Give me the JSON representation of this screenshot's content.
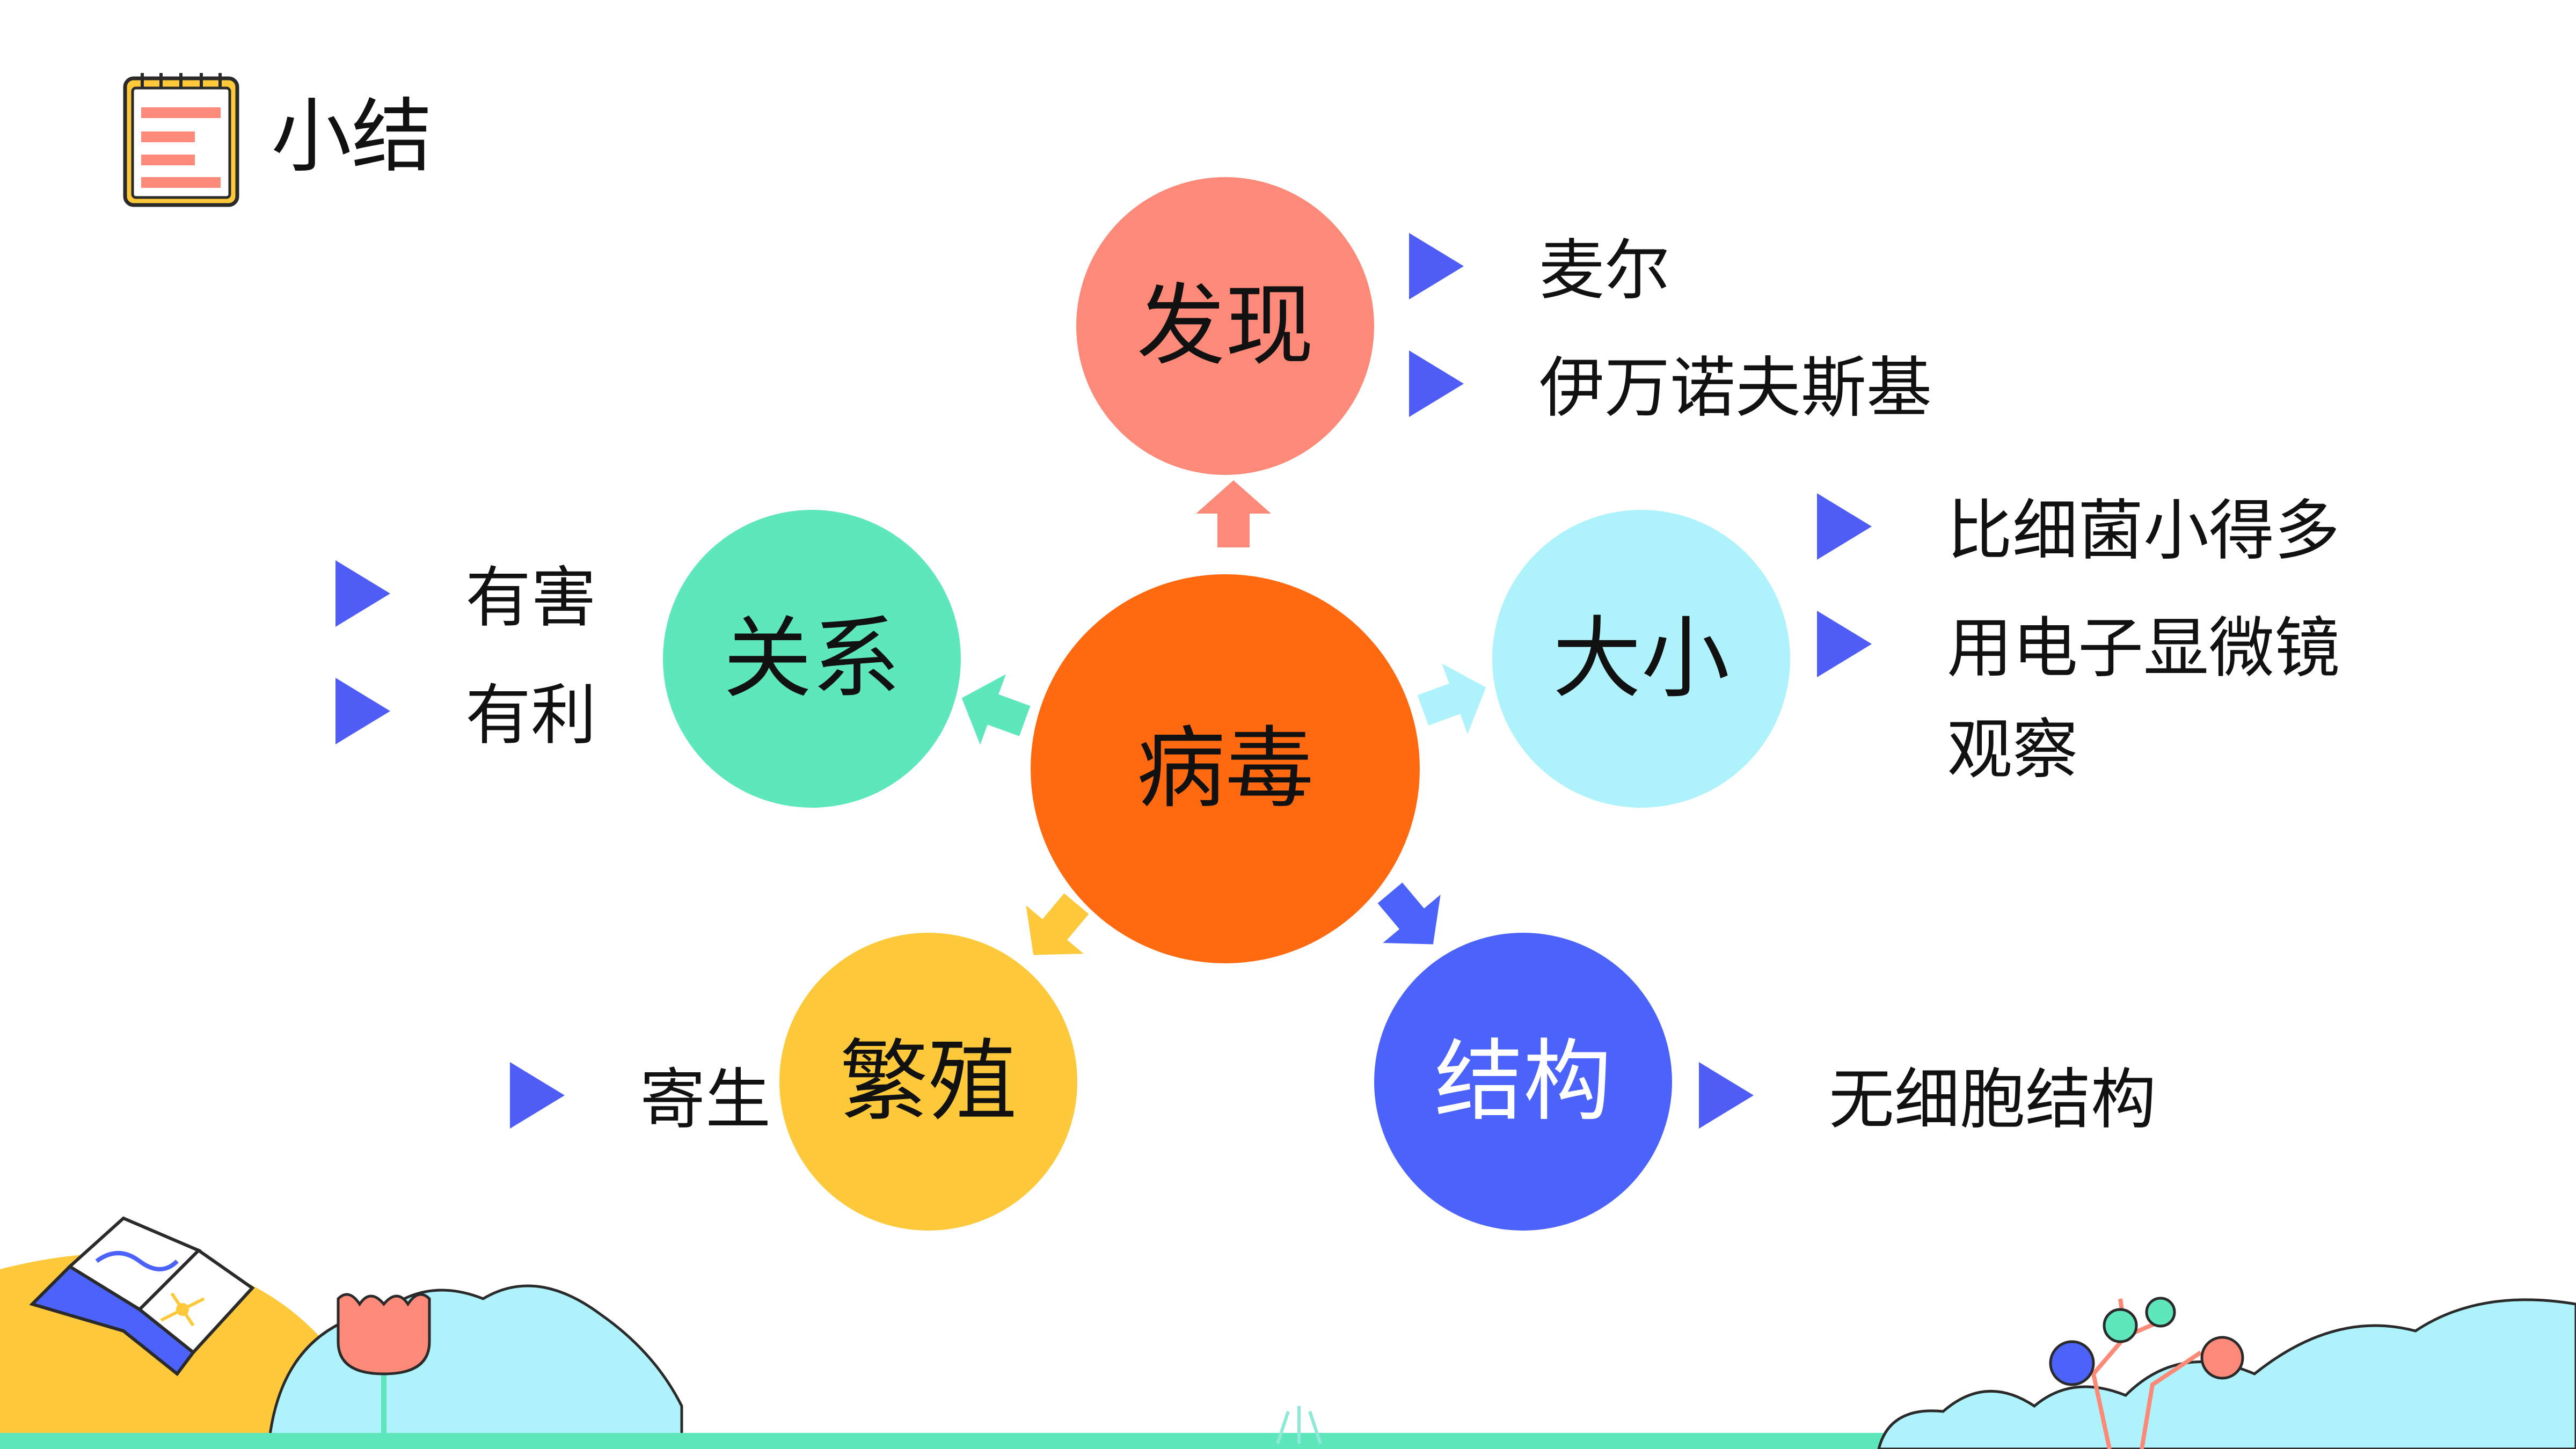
{
  "header": {
    "title": "小结",
    "icon": "notepad-icon"
  },
  "center": {
    "label": "病毒",
    "color": "#ff6910"
  },
  "nodes": {
    "discovery": {
      "label": "发现",
      "color": "#fd8a78",
      "items": [
        "麦尔",
        "伊万诺夫斯基"
      ]
    },
    "size": {
      "label": "大小",
      "color": "#aef3fb",
      "items": [
        "比细菌小得多",
        "用电子显微镜",
        "观察"
      ]
    },
    "structure": {
      "label": "结构",
      "color": "#4b63fb",
      "items": [
        "无细胞结构"
      ]
    },
    "reproduction": {
      "label": "繁殖",
      "color": "#fdc93a",
      "items": [
        "寄生"
      ]
    },
    "relation": {
      "label": "关系",
      "color": "#5ee6bd",
      "items": [
        "有害",
        "有利"
      ]
    }
  },
  "bullet_color": "#4f5cf5"
}
